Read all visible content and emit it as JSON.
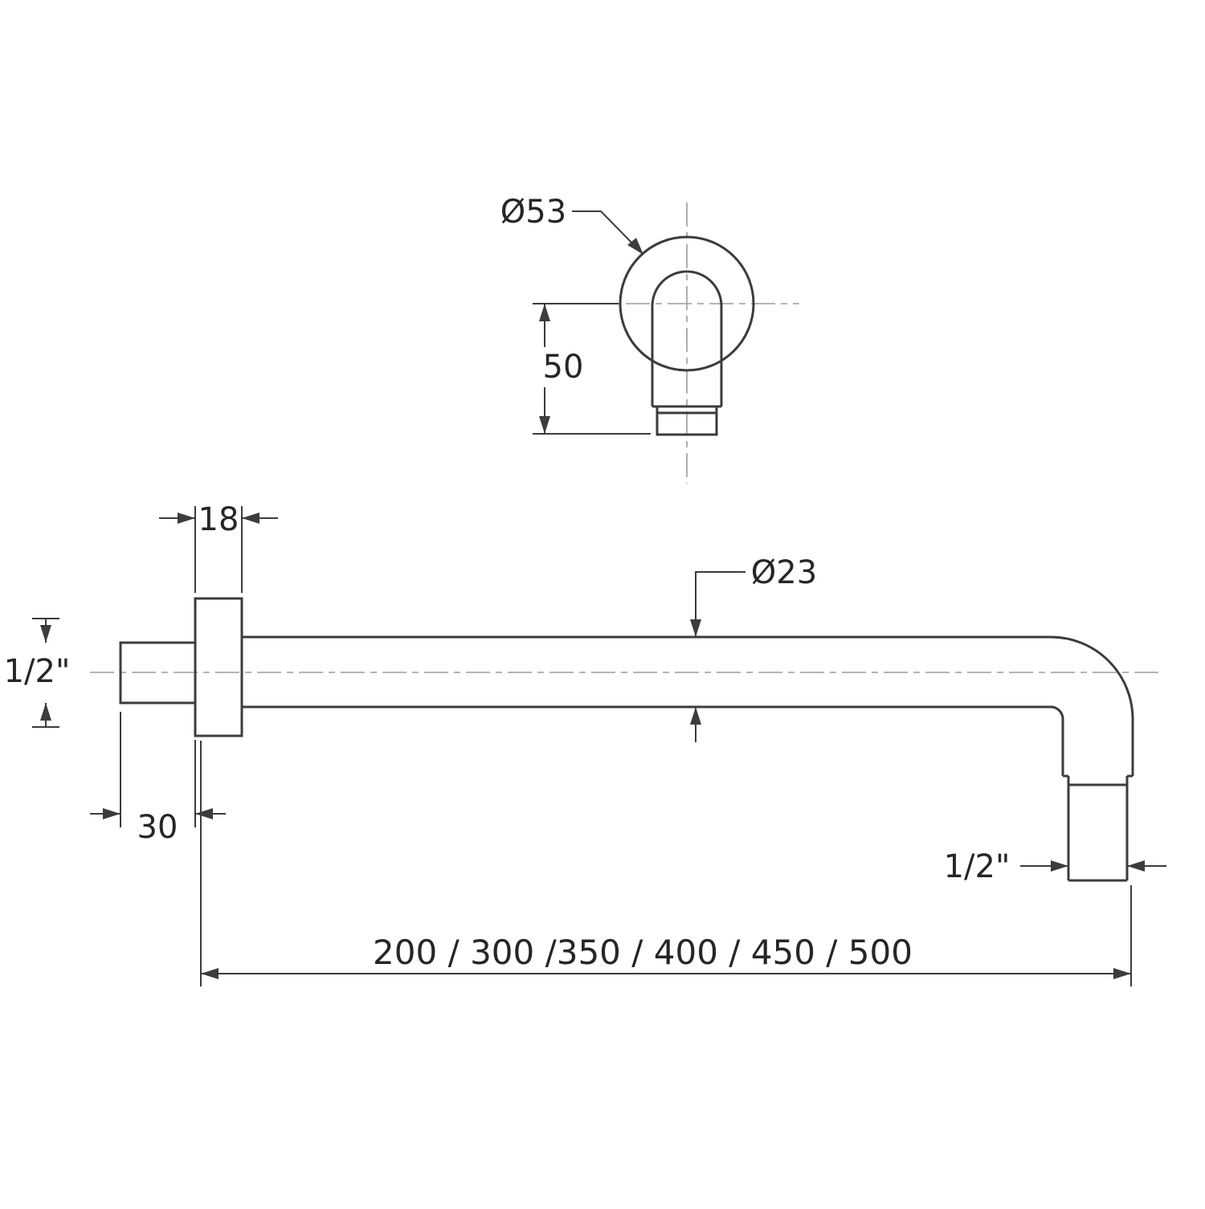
{
  "page": {
    "background": "#ffffff"
  },
  "drawing": {
    "kind": "technical-dimension-drawing",
    "subject": "wall-mounted-shower-arm",
    "colors": {
      "outline": "#3c3c3c",
      "dimension": "#3c3c3c",
      "centerline": "#9b9b9b",
      "text": "#262626",
      "background": "#ffffff"
    },
    "top_view": {
      "flange_diameter": "Ø53",
      "drop_from_center": "50"
    },
    "side_view": {
      "flange_thickness": "18",
      "arm_diameter": "Ø23",
      "wall_connection_thread": "1/2\"",
      "wall_stub_length": "30",
      "outlet_thread": "1/2\"",
      "arm_lengths": "200 / 300 /350 / 400 / 450 / 500"
    }
  }
}
